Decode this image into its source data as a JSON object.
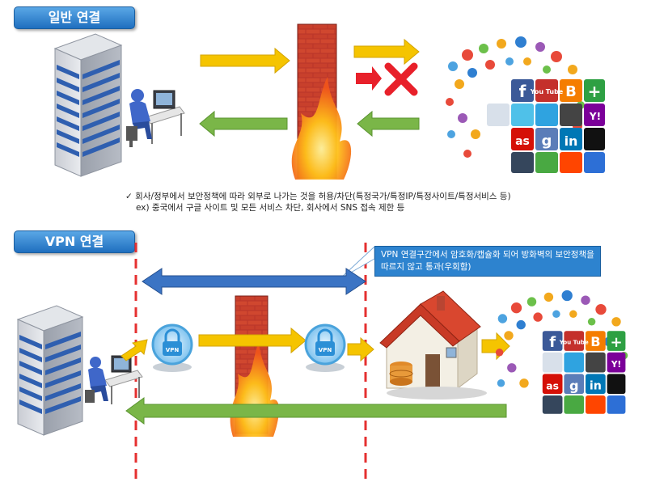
{
  "section1": {
    "title": "일반 연결",
    "note_line1": "회사/정부에서 보안정책에 따라 외부로 나가는 것을 허용/차단(특정국가/특정IP/특정사이트/특정서비스  등)",
    "note_line2": "ex) 중국에서 구글 사이트 및 모든 서비스 차단, 회사에서 SNS 접속 제한 등",
    "check_mark": "✓"
  },
  "section2": {
    "title": "VPN 연결",
    "callout_line1": "VPN 연결구간에서 암호화/캡슐화 되어 방화벽의 보안정책을",
    "callout_line2": "따르지 않고 통과(우회함)"
  },
  "labels": {
    "vpn": "VPN",
    "youtube": "You Tube",
    "facebook": "f",
    "linkedin": "in",
    "lastfm": "as",
    "google": "g",
    "yahoo": "Y!",
    "plus": "+"
  },
  "colors": {
    "badge_blue": "#2a7fd0",
    "arrow_yellow": "#f5c400",
    "arrow_green": "#7ab648",
    "arrow_blue": "#3b74c4",
    "block_red": "#e8202a",
    "dashed_red": "#e53030",
    "callout_blue": "#2d83cf"
  }
}
